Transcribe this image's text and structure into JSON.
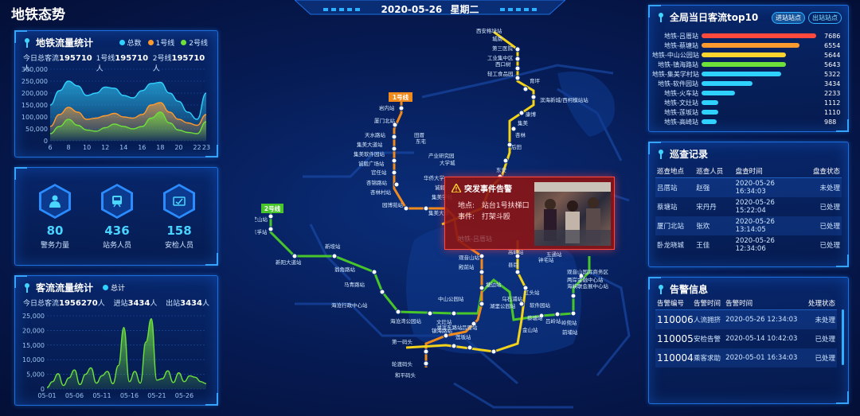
{
  "header": {
    "title": "地铁态势",
    "date": "2020-05-26",
    "weekday": "星期二"
  },
  "metro_stats": {
    "title": "地铁流量统计",
    "legend": [
      {
        "name": "总数",
        "color": "#2fd1ff"
      },
      {
        "name": "1号线",
        "color": "#ff9a2e"
      },
      {
        "name": "2号线",
        "color": "#6ee03a"
      }
    ],
    "today_label": "今日总客流",
    "today_value": "195710",
    "line1_label": "1号线",
    "line1_value": "195710",
    "line2_label": "2号线",
    "line2_value": "195710",
    "unit": "人"
  },
  "metro_chart_data": {
    "type": "area",
    "x": [
      6,
      7,
      8,
      9,
      10,
      11,
      12,
      13,
      14,
      15,
      16,
      17,
      18,
      19,
      20,
      21,
      22,
      23
    ],
    "xticks": [
      "6",
      "8",
      "10",
      "12",
      "14",
      "16",
      "18",
      "20",
      "22",
      "23"
    ],
    "yticks": [
      "300,000",
      "250,000",
      "200,000",
      "150,000",
      "100,000",
      "50,000",
      "0"
    ],
    "ylim": [
      0,
      300000
    ],
    "series": [
      {
        "name": "总数",
        "color": "#2fd1ff",
        "values": [
          150000,
          210000,
          250000,
          230000,
          190000,
          200000,
          225000,
          220000,
          190000,
          180000,
          210000,
          240000,
          245000,
          200000,
          165000,
          120000,
          90000,
          200000
        ]
      },
      {
        "name": "1号线",
        "color": "#ff9a2e",
        "values": [
          60000,
          110000,
          140000,
          120000,
          90000,
          95000,
          105000,
          115000,
          100000,
          95000,
          110000,
          150000,
          160000,
          120000,
          90000,
          75000,
          65000,
          110000
        ]
      },
      {
        "name": "2号线",
        "color": "#6ee03a",
        "values": [
          30000,
          60000,
          90000,
          65000,
          45000,
          40000,
          55000,
          70000,
          60000,
          50000,
          60000,
          95000,
          120000,
          75000,
          45000,
          35000,
          30000,
          80000
        ]
      }
    ]
  },
  "staff": {
    "items": [
      {
        "value": "80",
        "label": "警务力量",
        "icon": "police-icon"
      },
      {
        "value": "436",
        "label": "站务人员",
        "icon": "train-icon"
      },
      {
        "value": "158",
        "label": "安检人员",
        "icon": "security-check-icon"
      }
    ]
  },
  "flow_stats": {
    "title": "客流流量统计",
    "legend": "总计",
    "today_label": "今日总客流",
    "today_value": "1956270",
    "in_label": "进站",
    "in_value": "3434",
    "out_label": "出站",
    "out_value": "3434",
    "unit": "人"
  },
  "flow_chart_data": {
    "type": "area",
    "xticks": [
      "05-01",
      "05-06",
      "05-11",
      "05-16",
      "05-21",
      "05-26"
    ],
    "yticks": [
      "25,000",
      "20,000",
      "15,000",
      "10,000",
      "5,000",
      "0"
    ],
    "ylim": [
      0,
      25000
    ],
    "x": [
      1,
      2,
      3,
      4,
      5,
      6,
      7,
      8,
      9,
      10,
      11,
      12,
      13,
      14,
      15,
      16,
      17,
      18,
      19,
      20,
      21,
      22,
      23,
      24,
      25,
      26,
      27,
      28,
      29,
      30
    ],
    "values": [
      500,
      2500,
      5200,
      1200,
      3800,
      6500,
      1500,
      5000,
      7200,
      2000,
      4500,
      6000,
      1800,
      8000,
      21000,
      2500,
      6000,
      2000,
      16000,
      24000,
      3000,
      3500,
      6200,
      2200,
      5500,
      2500,
      4500,
      4000,
      2500,
      1800
    ],
    "series_name": "总计",
    "color": "#6ee03a"
  },
  "map": {
    "line1_label": "1号线",
    "line2_label": "2号线",
    "stations_line1_top": [
      "西安格培站",
      "城南",
      "第三医院",
      "工业集中区",
      "西口树",
      "轻工食品园",
      "育坪",
      "滨海新城/西柯模站站",
      "康博",
      "集美",
      "杏林",
      "后田",
      "东安"
    ],
    "stations_left": [
      "岩内站",
      "厦门北站",
      "天水路站",
      "集美大道站",
      "集美软件园站",
      "诚毅广场站",
      "官任站",
      "杏锦路站",
      "杏林村站",
      "园博苑站"
    ],
    "stations_line2": [
      "天竺山站",
      "东孚站",
      "新垵站",
      "新阳大道站",
      "翁角路站",
      "马青路站",
      "海沧行政中心站",
      "海沧湾公园站"
    ],
    "stations_misc": [
      "田厝",
      "东宅",
      "华侨大学",
      "诚毅",
      "集美学村",
      "集美大桥",
      "产业研究园",
      "大学城",
      "观音山站",
      "殿前站",
      "钟宅站",
      "五通站",
      "高崎站",
      "县后",
      "塘边站",
      "文灶站",
      "镇海路站",
      "中山公园站",
      "湖滨东路站",
      "吕厝站",
      "莲坂站",
      "软件园站",
      "吕岭站",
      "乌石浦站",
      "湖里公园站",
      "江头站",
      "金山站",
      "蔡塘站",
      "前埔站",
      "海峡联会展中心站",
      "观音山国际商务区",
      "两岸金融中心站",
      "岭兜站",
      "第一码头",
      "轮渡码头",
      "和平码头"
    ],
    "alert": {
      "title": "突发事件告警",
      "location_label": "地点:",
      "location": "站台1号扶梯口",
      "event_label": "事件:",
      "event": "打架斗殴",
      "behind_text": "地铁-吕厝站"
    }
  },
  "top10": {
    "title": "全局当日客流top10",
    "tabs": [
      "进站站点",
      "出站站点"
    ],
    "items": [
      {
        "name": "地铁-吕厝站",
        "value": 7686,
        "color": "#ff4a3d"
      },
      {
        "name": "地铁-蔡塘站",
        "value": 6554,
        "color": "#ff9a2e"
      },
      {
        "name": "地铁-中山公园站",
        "value": 5644,
        "color": "#ffd42e"
      },
      {
        "name": "地铁-镇海路站",
        "value": 5643,
        "color": "#6ee03a"
      },
      {
        "name": "地铁-集美学村站",
        "value": 5322,
        "color": "#2fd1ff"
      },
      {
        "name": "地铁-软件园站",
        "value": 3434,
        "color": "#2fd1ff"
      },
      {
        "name": "地铁-火车站",
        "value": 2233,
        "color": "#2fd1ff"
      },
      {
        "name": "地铁-文灶站",
        "value": 1112,
        "color": "#2fd1ff"
      },
      {
        "name": "地铁-莲坂站",
        "value": 1110,
        "color": "#2fd1ff"
      },
      {
        "name": "地铁-高崎站",
        "value": 988,
        "color": "#2fd1ff"
      }
    ],
    "max": 8000
  },
  "patrol": {
    "title": "巡查记录",
    "headers": [
      "巡查地点",
      "巡查人员",
      "盘查时间",
      "盘查状态"
    ],
    "rows": [
      [
        "吕厝站",
        "赵强",
        "2020-05-26 16:34:03",
        "未处理"
      ],
      [
        "蔡塘站",
        "宋丹丹",
        "2020-05-26 15:22:04",
        "已处理"
      ],
      [
        "厦门北站",
        "张欢",
        "2020-05-26 13:14:05",
        "已处理"
      ],
      [
        "卧龙晓城",
        "王佳",
        "2020-05-26 12:34:06",
        "已处理"
      ]
    ]
  },
  "alarm": {
    "title": "告警信息",
    "headers": [
      "告警编号",
      "告警时间",
      "告警时间",
      "处理状态"
    ],
    "rows": [
      [
        "110006",
        "人流拥挤",
        "2020-05-26 12:34:03",
        "未处理"
      ],
      [
        "110005",
        "安检告警",
        "2020-05-14 10:42:03",
        "已处理"
      ],
      [
        "110004",
        "乘客求助",
        "2020-05-01 16:34:03",
        "已处理"
      ]
    ]
  }
}
